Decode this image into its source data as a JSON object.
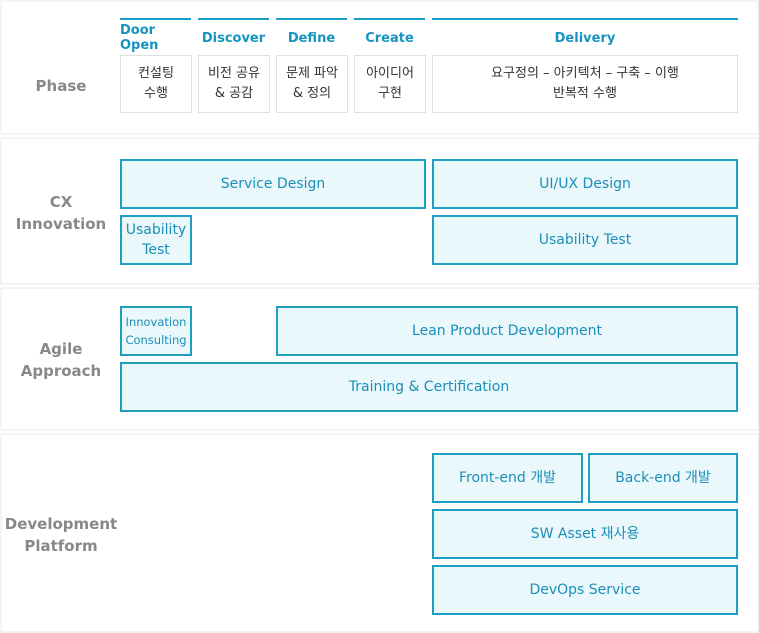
{
  "rows": {
    "phase": "Phase",
    "cx": "CX\nInnovation",
    "agile": "Agile\nApproach",
    "platform": "Development\nPlatform"
  },
  "phases": [
    {
      "title": "Door Open",
      "desc": "컨설팅\n수행"
    },
    {
      "title": "Discover",
      "desc": "비전 공유\n& 공감"
    },
    {
      "title": "Define",
      "desc": "문제 파악\n& 정의"
    },
    {
      "title": "Create",
      "desc": "아이디어\n구현"
    },
    {
      "title": "Delivery",
      "desc": "요구정의 – 아키텍처 – 구축 – 이행\n반복적 수행"
    }
  ],
  "cx": {
    "service_design": "Service Design",
    "uiux_design": "UI/UX Design",
    "usability_test_left": "Usability\nTest",
    "usability_test_right": "Usability Test"
  },
  "agile": {
    "innovation_consulting": "Innovation\nConsulting",
    "lean": "Lean Product Development",
    "training": "Training & Certification"
  },
  "platform": {
    "frontend": "Front-end 개발",
    "backend": "Back-end 개발",
    "sw_asset": "SW Asset 재사용",
    "devops": "DevOps Service"
  },
  "colors": {
    "accent": "#1e9fc2",
    "box_fill": "#eaf8fc",
    "label_gray": "#888888"
  }
}
